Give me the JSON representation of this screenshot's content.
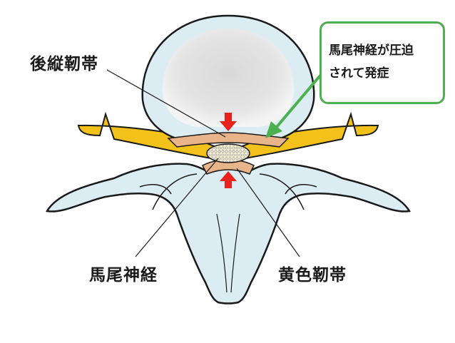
{
  "labels": {
    "posterior_ligament": "後縦靭帯",
    "cauda_equina": "馬尾神経",
    "yellow_ligament": "黄色靭帯"
  },
  "callout": {
    "line1": "馬尾神経が圧迫",
    "line2": "されて発症"
  },
  "colors": {
    "bone_fill": "#dcecf3",
    "bone_stroke": "#1a1a1a",
    "disc_inner": "#dfdfdf",
    "nerve": "#f2c21b",
    "ligament": "#e9b48a",
    "arrow_red": "#e8201e",
    "callout_green": "#4caf50"
  }
}
